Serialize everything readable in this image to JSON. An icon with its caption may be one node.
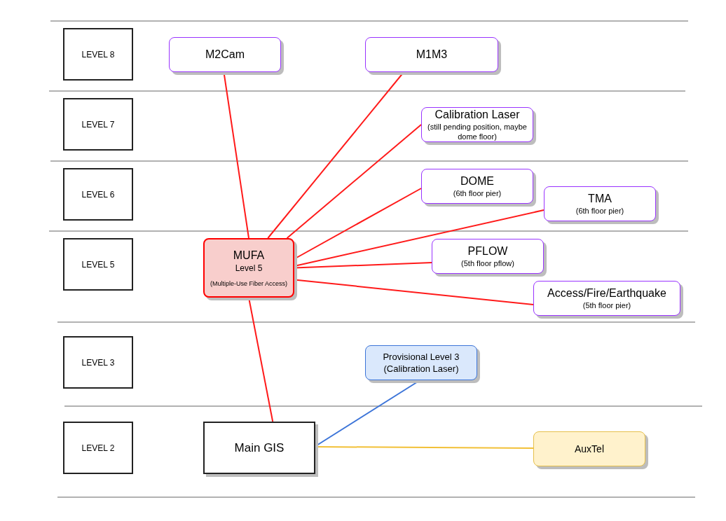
{
  "diagram": {
    "nodes": [
      {
        "text": [
          "LEVEL 8"
        ]
      },
      {
        "text": [
          "M2Cam"
        ]
      },
      {
        "text": [
          "M1M3"
        ]
      },
      {
        "text": [
          "LEVEL 7"
        ]
      },
      {
        "text": [
          "Calibration Laser",
          "(still pending position, maybe dome floor)"
        ]
      },
      {
        "text": [
          "LEVEL 6"
        ]
      },
      {
        "text": [
          "DOME",
          "(6th floor pier)"
        ]
      },
      {
        "text": [
          "TMA",
          "(6th floor pier)"
        ]
      },
      {
        "text": [
          "LEVEL 5"
        ]
      },
      {
        "text": [
          "MUFA",
          "Level 5",
          "(Multiple-Use Fiber Access)"
        ]
      },
      {
        "text": [
          "PFLOW",
          "(5th floor pflow)"
        ]
      },
      {
        "text": [
          "Access/Fire/Earthquake",
          "(5th floor pier)"
        ]
      },
      {
        "text": [
          "LEVEL 3"
        ]
      },
      {
        "text": [
          "Provisional Level 3 (Calibration Laser)"
        ]
      },
      {
        "text": [
          "LEVEL 2"
        ]
      },
      {
        "text": [
          "Main GIS"
        ]
      },
      {
        "text": [
          "AuxTel"
        ]
      }
    ],
    "edges": [
      {
        "from": 9,
        "to": 1,
        "arrow": "none"
      },
      {
        "from": 9,
        "to": 2,
        "arrow": "none"
      },
      {
        "from": 9,
        "to": 4,
        "arrow": "none"
      },
      {
        "from": 9,
        "to": 6,
        "arrow": "none"
      },
      {
        "from": 9,
        "to": 7,
        "arrow": "none"
      },
      {
        "from": 9,
        "to": 10,
        "arrow": "none"
      },
      {
        "from": 9,
        "to": 11,
        "arrow": "none"
      },
      {
        "from": 9,
        "to": 15,
        "arrow": "none"
      },
      {
        "from": 15,
        "to": 13,
        "arrow": "none",
        "color": "#3c74d8"
      },
      {
        "from": 15,
        "to": 16,
        "arrow": "none",
        "color": "#f2c037"
      }
    ]
  }
}
